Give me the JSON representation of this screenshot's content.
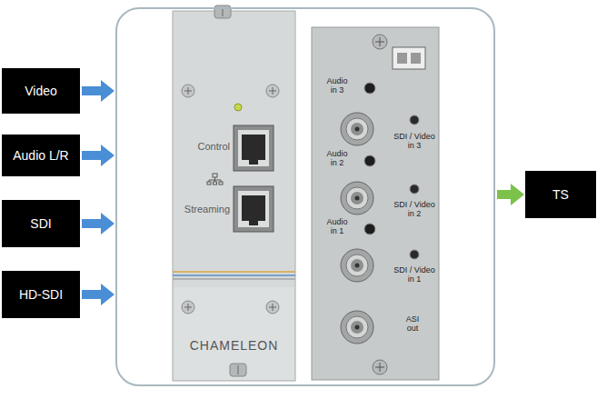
{
  "diagram": {
    "nodes": [
      {
        "text": [
          "Video"
        ]
      },
      {
        "text": [
          "Audio L/R"
        ]
      },
      {
        "text": [
          "SDI"
        ]
      },
      {
        "text": [
          "HD-SDI"
        ]
      },
      {
        "text": [
          "Control",
          "Streaming",
          "CHAMELEON",
          "Audio in 3",
          "SDI / Video in 3",
          "Audio in 2",
          "SDI / Video in 2",
          "Audio in 1",
          "SDI / Video in 1",
          "ASI out"
        ]
      },
      {
        "text": [
          "TS"
        ]
      }
    ],
    "edges": [
      {
        "from": 0,
        "to": 4,
        "arrow": "to"
      },
      {
        "from": 1,
        "to": 4,
        "arrow": "to"
      },
      {
        "from": 2,
        "to": 4,
        "arrow": "to"
      },
      {
        "from": 3,
        "to": 4,
        "arrow": "to"
      },
      {
        "from": 4,
        "to": 5,
        "arrow": "to"
      }
    ]
  }
}
